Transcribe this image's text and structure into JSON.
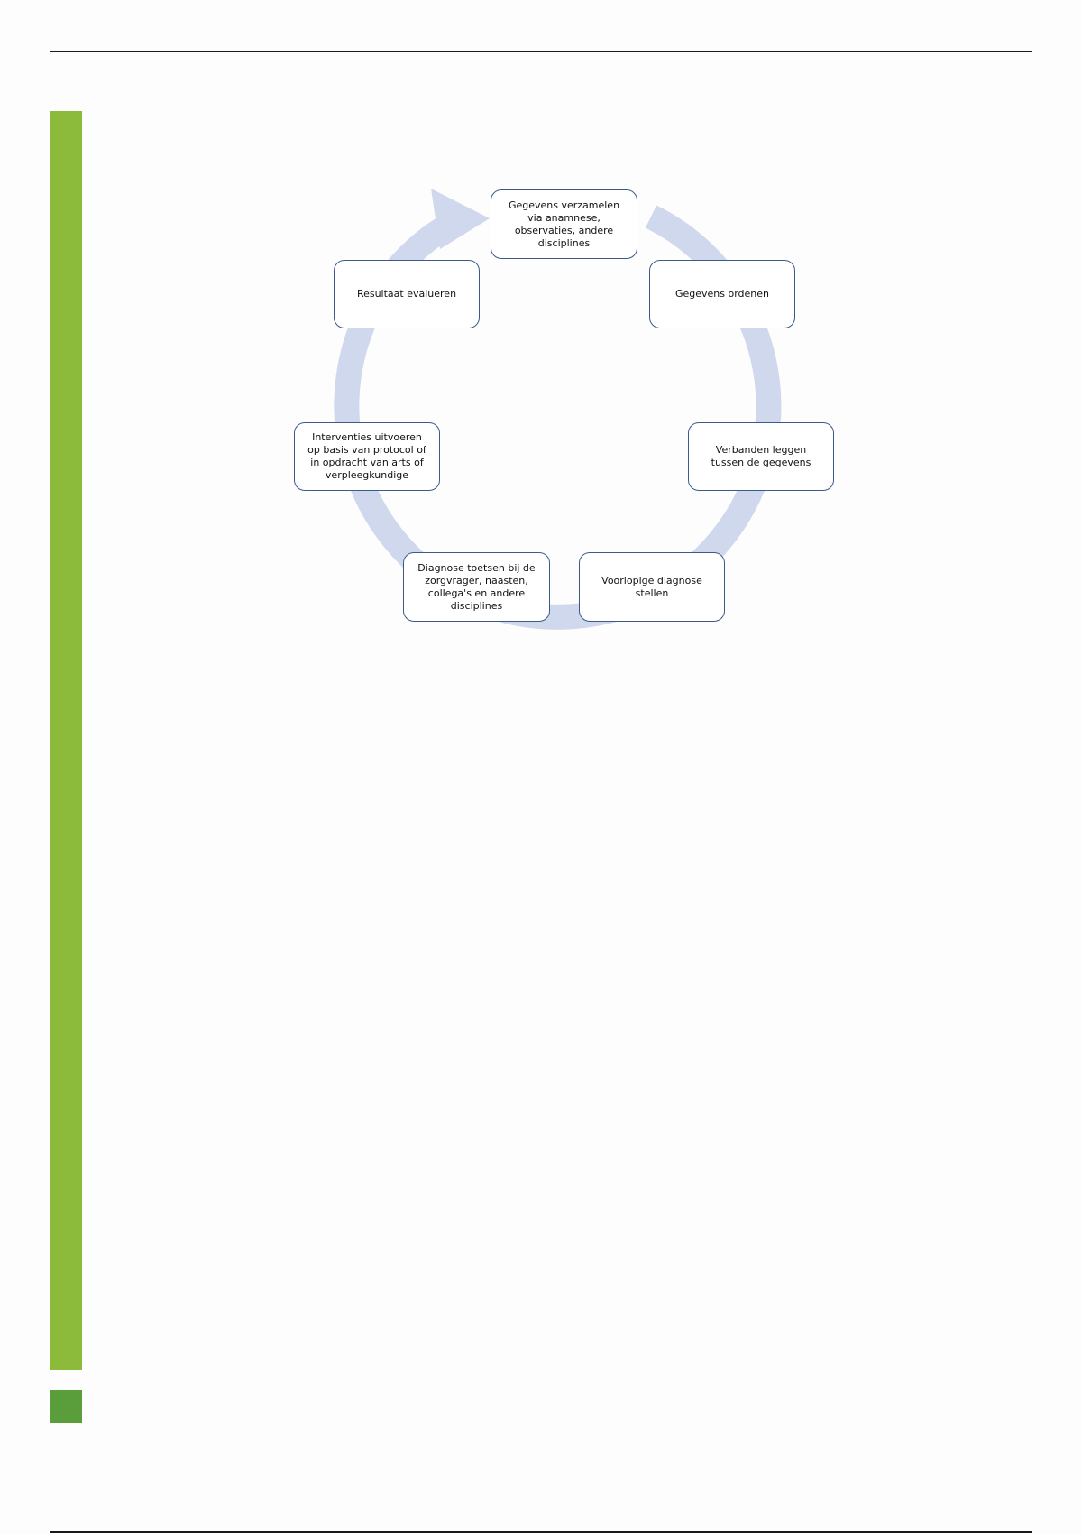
{
  "diagram": {
    "type": "cycle",
    "steps": [
      {
        "id": "step-1",
        "label": "Gegevens verzamelen\nvia anamnese,\nobservaties, andere\ndisciplines"
      },
      {
        "id": "step-2",
        "label": "Gegevens ordenen"
      },
      {
        "id": "step-3",
        "label": "Verbanden leggen\ntussen de gegevens"
      },
      {
        "id": "step-4",
        "label": "Voorlopige diagnose\nstellen"
      },
      {
        "id": "step-5",
        "label": "Diagnose toetsen bij de\nzorgvrager, naasten,\ncollega's en andere\ndisciplines"
      },
      {
        "id": "step-6",
        "label": "Interventies uitvoeren\nop basis van protocol of\nin opdracht van arts of\nverpleegkundige"
      },
      {
        "id": "step-7",
        "label": "Resultaat evalueren"
      }
    ],
    "colors": {
      "arrow": "#d0d8ed",
      "node_border": "#3b5a8a",
      "accent_bar": "#8cba3a",
      "accent_square": "#5a9e3b"
    }
  }
}
